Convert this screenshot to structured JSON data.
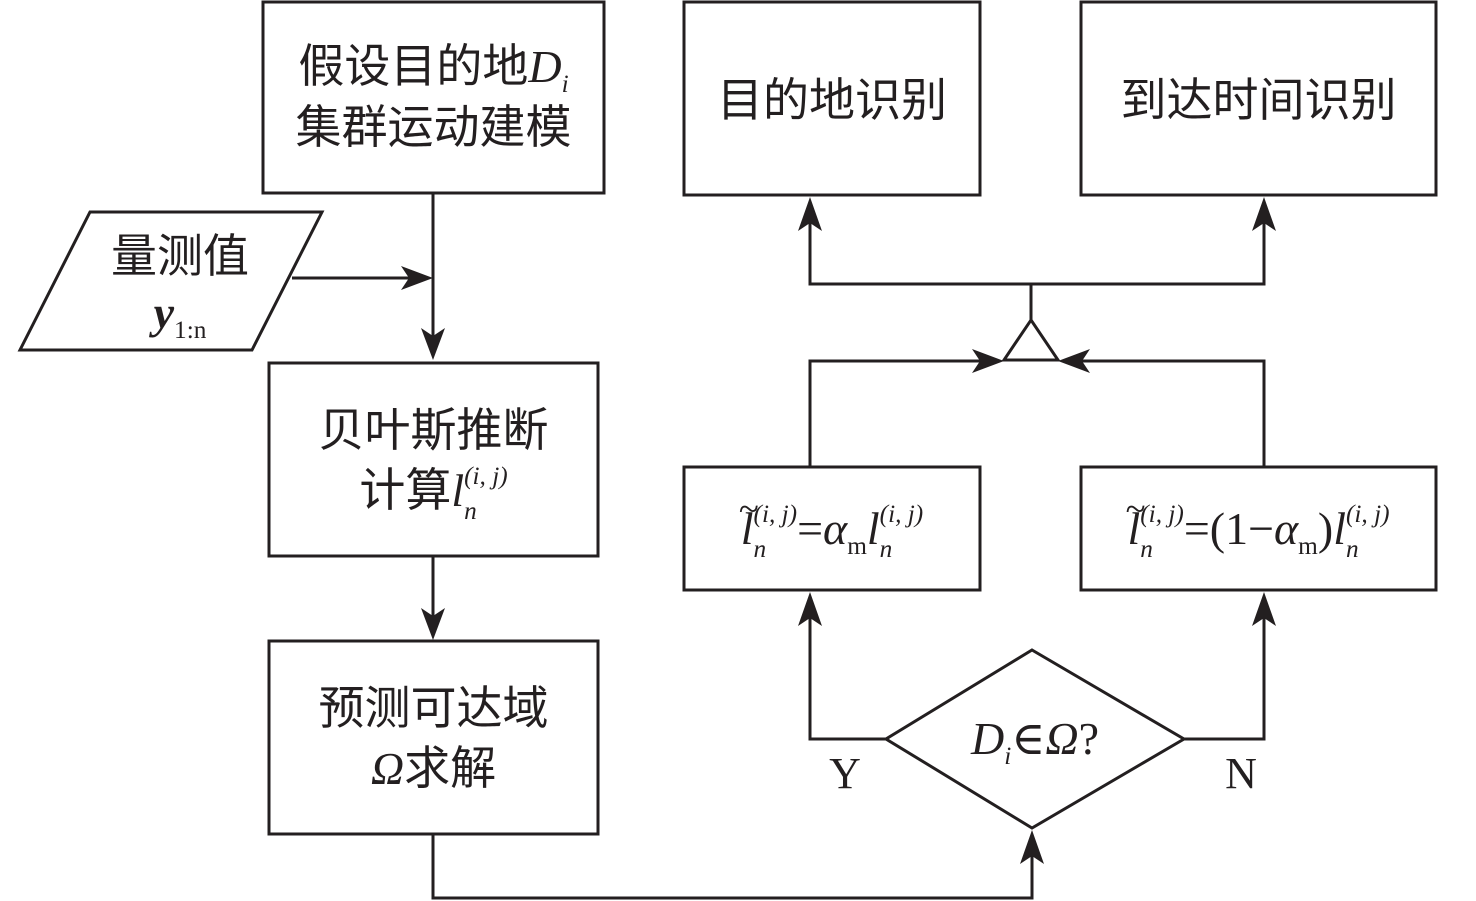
{
  "diagram": {
    "title": "Destination and arrival time identification flowchart",
    "nodes": {
      "hypothesis": {
        "line1_cn": "假设目的地",
        "line1_var": "D",
        "line1_sub": "i",
        "line2_cn": "集群运动建模"
      },
      "measurement": {
        "line1_cn": "量测值",
        "var": "y",
        "sub": "1:n"
      },
      "bayes": {
        "line1_cn": "贝叶斯推断",
        "line2_cn": "计算",
        "var": "l",
        "sub": "n",
        "sup": "(i, j)"
      },
      "reachable": {
        "line1_cn": "预测可达域",
        "line2_var": "Ω",
        "line2_cn": "求解"
      },
      "decision": {
        "var": "D",
        "sub": "i",
        "op": "∈",
        "set": "Ω",
        "q": "?"
      },
      "yes_branch": {
        "lhs_var": "l",
        "lhs_sub": "n",
        "lhs_sup": "(i, j)",
        "eq": "=",
        "coef": "α",
        "coef_sub": "m",
        "rhs_var": "l",
        "rhs_sub": "n",
        "rhs_sup": "(i, j)"
      },
      "no_branch": {
        "lhs_var": "l",
        "lhs_sub": "n",
        "lhs_sup": "(i, j)",
        "eq": "=(1−",
        "coef": "α",
        "coef_sub": "m",
        "close": ")",
        "rhs_var": "l",
        "rhs_sub": "n",
        "rhs_sup": "(i, j)"
      },
      "destination_id": {
        "label": "目的地识别"
      },
      "arrival_time_id": {
        "label": "到达时间识别"
      }
    },
    "edge_labels": {
      "yes": "Y",
      "no": "N"
    },
    "colors": {
      "stroke": "#231f20",
      "background": "#ffffff"
    }
  }
}
